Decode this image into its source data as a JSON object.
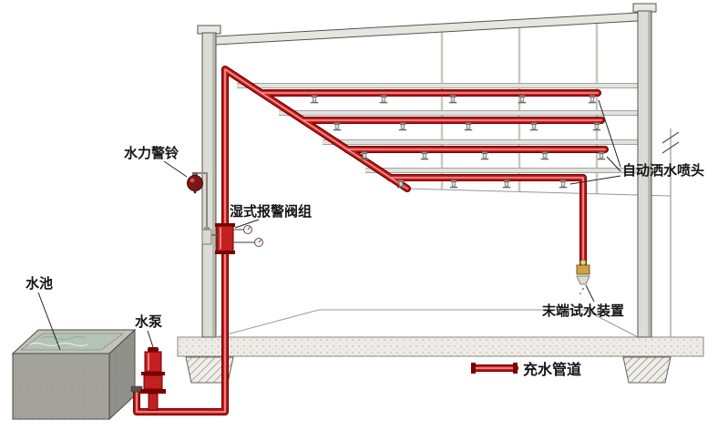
{
  "diagram": {
    "labels": {
      "alarm_bell": "水力警铃",
      "wet_valve": "湿式报警阀组",
      "sprinklers": "自动洒水喷头",
      "pool": "水池",
      "pump": "水泵",
      "end_test": "末端试水装置",
      "legend": "充水管道"
    },
    "colors": {
      "pipe": "#c42020",
      "pipe_dark": "#7a0000",
      "pipe_highlight": "#f59a9a",
      "structure": "#e0e0da",
      "bell": "#7e1616",
      "water": "#b4c2b8",
      "brass": "#c9a24a"
    }
  }
}
